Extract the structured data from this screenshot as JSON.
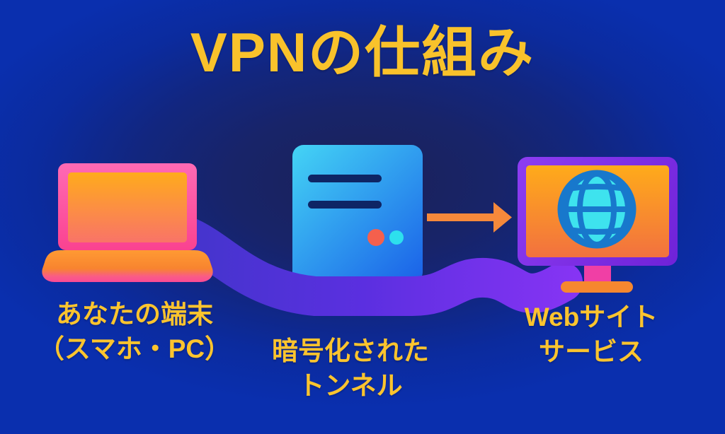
{
  "title": "VPNの仕組み",
  "diagram": {
    "device": {
      "label_line1": "あなたの端末",
      "label_line2": "（スマホ・PC）"
    },
    "tunnel": {
      "label_line1": "暗号化された",
      "label_line2": "トンネル"
    },
    "website": {
      "label_line1": "Webサイト",
      "label_line2": "サービス"
    }
  },
  "icons": {
    "laptop": "laptop-icon",
    "server": "vpn-server-icon",
    "arrow": "flow-arrow-icon",
    "monitor_globe": "monitor-globe-icon",
    "ribbon": "encrypted-tunnel-ribbon"
  },
  "colors": {
    "background_outer": "#0a2fae",
    "background_center": "#1b2158",
    "title_text": "#f9c22b",
    "label_text": "#fcc42e",
    "tunnel_start": "#3f36c8",
    "tunnel_mid": "#5b2fe0",
    "tunnel_end": "#8734f4",
    "server_gradient_top": "#44d4f5",
    "server_gradient_bottom": "#1a60e8",
    "server_line": "#0e2565",
    "server_dot_red": "#f4604d",
    "server_dot_cyan": "#2de0ed",
    "arrow_orange": "#f6893b",
    "laptop_frame": "#fa4f9e",
    "laptop_screen_top": "#ffab1c",
    "laptop_screen_bottom": "#f97467",
    "laptop_base_top": "#ff9a33",
    "laptop_base_bottom": "#fa4a96",
    "monitor_frame": "#7c2ee6",
    "monitor_screen_top": "#ffab1a",
    "monitor_screen_bottom": "#f2713f",
    "globe_fill": "#3ee3ee",
    "globe_stroke": "#1878cc",
    "monitor_stand_pink": "#f03fa5",
    "monitor_base_orange": "#f6872f"
  }
}
